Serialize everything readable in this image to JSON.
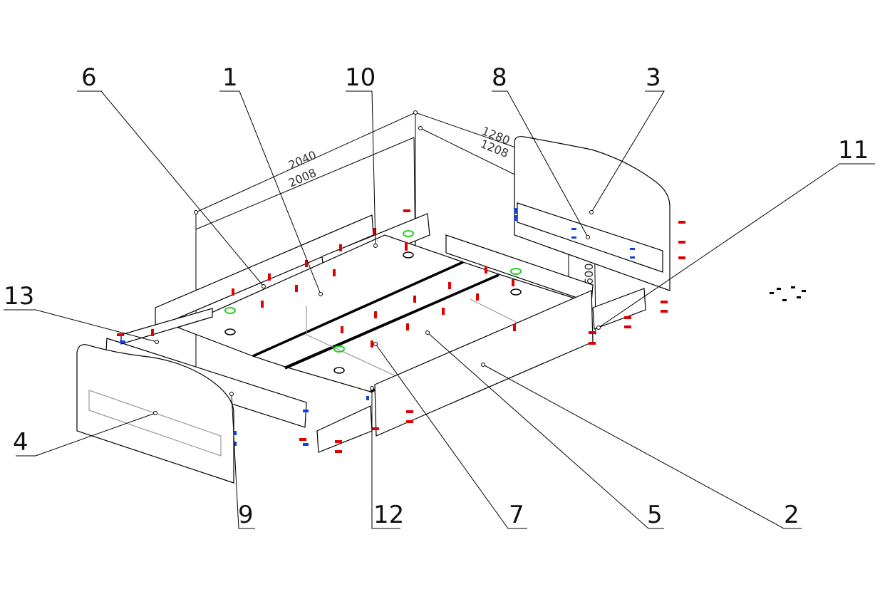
{
  "callouts": {
    "c6": "6",
    "c1": "1",
    "c10": "10",
    "c8": "8",
    "c3": "3",
    "c11": "11",
    "c13": "13",
    "c4": "4",
    "c9": "9",
    "c12": "12",
    "c7": "7",
    "c5": "5",
    "c2": "2"
  },
  "dimensions": {
    "outer_length": "2040",
    "inner_length": "2008",
    "outer_width": "1280",
    "inner_width": "1208",
    "height": "600"
  },
  "colors": {
    "confirmat": "#e00000",
    "dowel": "#1040e0",
    "cam": "#20d020"
  }
}
